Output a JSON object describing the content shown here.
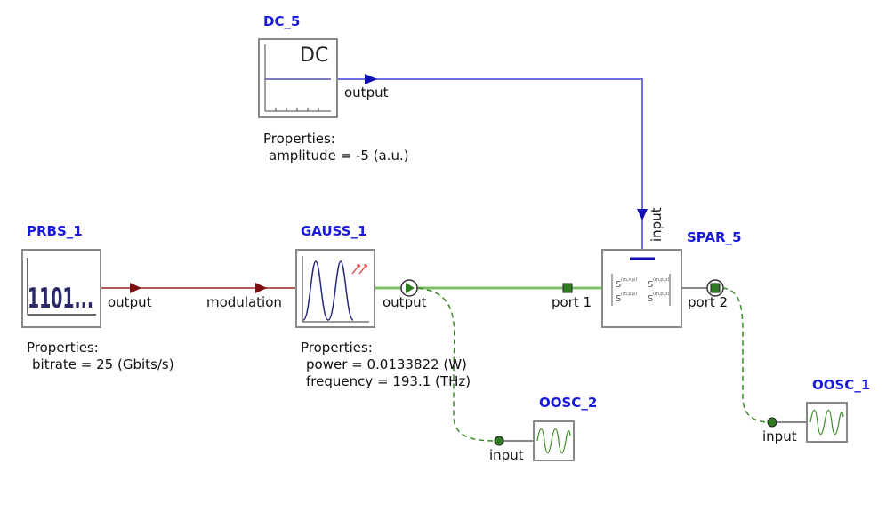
{
  "components": {
    "dc": {
      "name": "DC_5",
      "icon_text": "DC",
      "icon": "dc-source-icon",
      "out_port": "output",
      "properties_title": "Properties:",
      "properties": [
        "amplitude = -5 (a.u.)"
      ]
    },
    "prbs": {
      "name": "PRBS_1",
      "icon_text": "1101...",
      "icon": "bit-sequence-icon",
      "out_port": "output",
      "properties_title": "Properties:",
      "properties": [
        "bitrate = 25 (Gbits/s)"
      ]
    },
    "gauss": {
      "name": "GAUSS_1",
      "icon": "gaussian-pulse-icon",
      "in_port": "modulation",
      "out_port": "output",
      "properties_title": "Properties:",
      "properties": [
        "power = 0.0133822 (W)",
        "frequency = 193.1 (THz)"
      ]
    },
    "spar": {
      "name": "SPAR_5",
      "icon": "s-parameter-matrix-icon",
      "in_port": "input",
      "port1": "port 1",
      "port2": "port 2"
    },
    "oosc2": {
      "name": "OOSC_2",
      "icon": "oscilloscope-icon",
      "in_port": "input"
    },
    "oosc1": {
      "name": "OOSC_1",
      "icon": "oscilloscope-icon",
      "in_port": "input"
    }
  },
  "colors": {
    "name": "#1a1adb",
    "electrical": "#b55a5a",
    "electrical_arrow": "#7a1010",
    "dc_wire": "#7070ee",
    "dc_arrow": "#1010b0",
    "optical": "#7cc06a",
    "optical_dash": "#3a8a28",
    "optical_port": "#2f7a22"
  }
}
